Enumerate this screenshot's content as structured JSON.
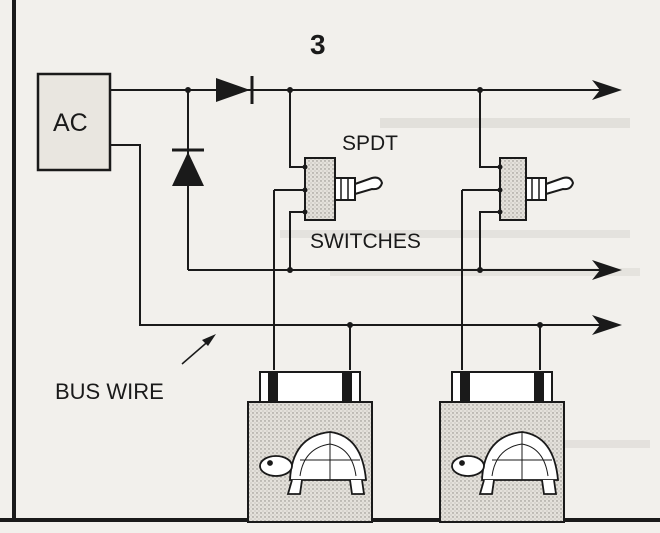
{
  "figure_number": "3",
  "labels": {
    "power_source": "AC",
    "switch_type": "SPDT",
    "switch_plural": "SWITCHES",
    "bus_wire": "BUS WIRE"
  },
  "colors": {
    "ink": "#1a1a1a",
    "paper": "#f2f0ec",
    "box_fill": "#e4e1db"
  },
  "components": {
    "rectifier_diodes": 2,
    "toggle_switches": 2,
    "turnout_machines": 2,
    "icon": "turtle-icon"
  }
}
